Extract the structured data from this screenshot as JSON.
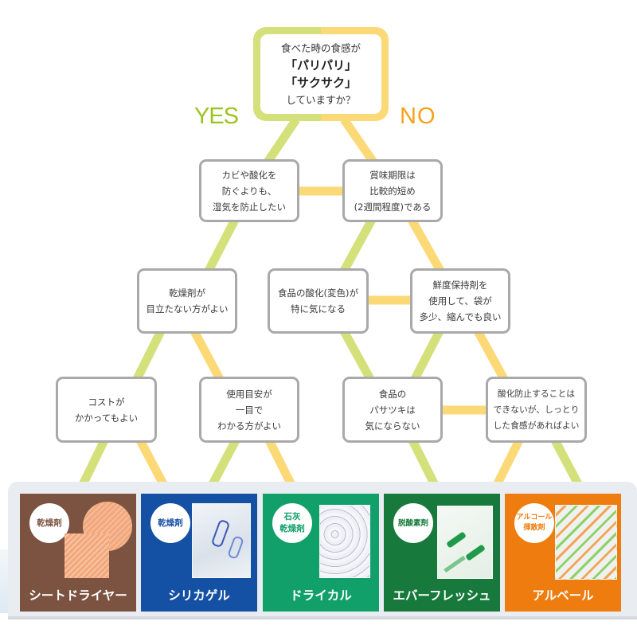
{
  "colors": {
    "yes_line": "#d4e07a",
    "no_line": "#fcd977",
    "yes_text": "#9cc41e",
    "no_text": "#f5a21a",
    "box_border": "#a9a9a9",
    "strip_bg": "#e9edf1"
  },
  "root": {
    "line1": "食べた時の食感が",
    "line2": "「パリパリ」",
    "line3": "「サクサク」",
    "line4": "していますか？"
  },
  "labels": {
    "yes": "YES",
    "no": "NO"
  },
  "nodes": {
    "moisture": {
      "lines": [
        "カビや酸化を",
        "防ぐよりも、",
        "湿気を防止したい"
      ]
    },
    "short_shelf": {
      "lines": [
        "賞味期限は",
        "比較的短め",
        "(2週間程度)である"
      ]
    },
    "inconspicuous": {
      "lines": [
        "乾燥剤が",
        "目立たない方がよい"
      ]
    },
    "oxidation": {
      "lines": [
        "食品の酸化(変色)が",
        "特に気になる"
      ]
    },
    "shrink_ok": {
      "lines": [
        "鮮度保持剤を",
        "使用して、袋が",
        "多少、縮んでも良い"
      ]
    },
    "cost_ok": {
      "lines": [
        "コストが",
        "かかってもよい"
      ]
    },
    "visible_guide": {
      "lines": [
        "使用目安が",
        "一目で",
        "わかる方がよい"
      ]
    },
    "dryness_ok": {
      "lines": [
        "食品の",
        "パサツキは",
        "気にならない"
      ]
    },
    "moist_texture": {
      "lines": [
        "酸化防止することは",
        "できないが、しっとり",
        "した食感があればよい"
      ]
    }
  },
  "products": [
    {
      "name": "シートドライヤー",
      "badge": [
        "乾燥剤"
      ],
      "bg": "#7b5340",
      "badge_color": "#7b5340"
    },
    {
      "name": "シリカゲル",
      "badge": [
        "乾燥剤"
      ],
      "bg": "#1450a3",
      "badge_color": "#1450a3"
    },
    {
      "name": "ドライカル",
      "badge": [
        "石灰",
        "乾燥剤"
      ],
      "bg": "#11a06a",
      "badge_color": "#11a06a"
    },
    {
      "name": "エバーフレッシュ",
      "badge": [
        "脱酸素剤"
      ],
      "bg": "#177a3c",
      "badge_color": "#177a3c"
    },
    {
      "name": "アルベール",
      "badge": [
        "アルコール",
        "揮散剤"
      ],
      "bg": "#ee7c0e",
      "badge_color": "#ee7c0e"
    }
  ]
}
